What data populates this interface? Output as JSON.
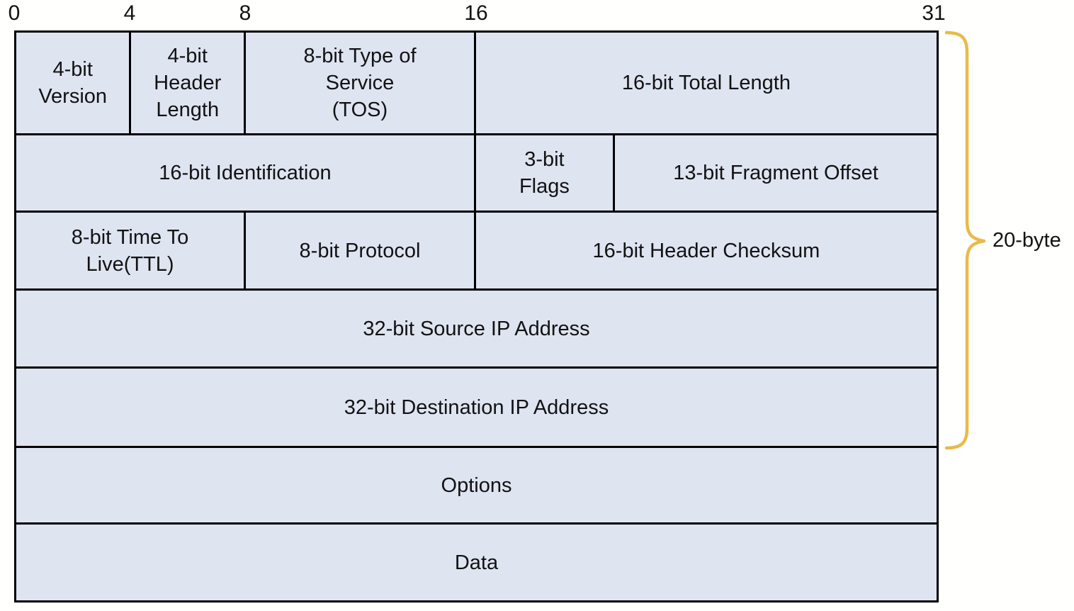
{
  "scale": {
    "ticks": [
      {
        "label": "0"
      },
      {
        "label": "4"
      },
      {
        "label": "8"
      },
      {
        "label": "16"
      },
      {
        "label": "31"
      }
    ]
  },
  "table": {
    "rows": [
      {
        "cells": [
          {
            "label": "4-bit\nVersion"
          },
          {
            "label": "4-bit\nHeader\nLength"
          },
          {
            "label": "8-bit Type of\nService\n(TOS)"
          },
          {
            "label": "16-bit Total Length"
          }
        ]
      },
      {
        "cells": [
          {
            "label": "16-bit Identification"
          },
          {
            "label": "3-bit\nFlags"
          },
          {
            "label": "13-bit Fragment Offset"
          }
        ]
      },
      {
        "cells": [
          {
            "label": "8-bit Time To\nLive(TTL)"
          },
          {
            "label": "8-bit Protocol"
          },
          {
            "label": "16-bit Header Checksum"
          }
        ]
      },
      {
        "cells": [
          {
            "label": "32-bit Source IP Address"
          }
        ]
      },
      {
        "cells": [
          {
            "label": "32-bit Destination IP Address"
          }
        ]
      },
      {
        "cells": [
          {
            "label": "Options"
          }
        ]
      },
      {
        "cells": [
          {
            "label": "Data"
          }
        ]
      }
    ]
  },
  "annotation": {
    "label": "20-byte"
  },
  "colors": {
    "cell_fill": "#dfe4f1",
    "border": "#000000",
    "brace": "#e8bb49",
    "text": "#121212",
    "background": "#fffffd"
  }
}
